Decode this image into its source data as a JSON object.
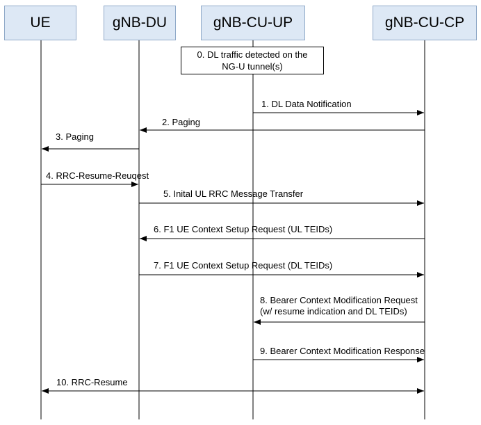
{
  "entities": [
    {
      "id": "ue",
      "label": "UE"
    },
    {
      "id": "du",
      "label": "gNB-DU"
    },
    {
      "id": "cuup",
      "label": "gNB-CU-UP"
    },
    {
      "id": "cucp",
      "label": "gNB-CU-CP"
    }
  ],
  "note": {
    "line1": "0. DL traffic detected on the",
    "line2": "NG-U tunnel(s)"
  },
  "messages": [
    {
      "label": "1. DL Data Notification",
      "from": "cuup",
      "to": "cucp"
    },
    {
      "label": "2. Paging",
      "from": "cucp",
      "to": "du"
    },
    {
      "label": "3. Paging",
      "from": "du",
      "to": "ue"
    },
    {
      "label": "4. RRC-Resume-Reuqest",
      "from": "ue",
      "to": "du"
    },
    {
      "label": "5. Inital UL RRC Message Transfer",
      "from": "du",
      "to": "cucp"
    },
    {
      "label": "6. F1 UE Context Setup Request (UL TEIDs)",
      "from": "cucp",
      "to": "du"
    },
    {
      "label": "7. F1 UE Context Setup Request (DL TEIDs)",
      "from": "du",
      "to": "cucp"
    },
    {
      "label": "8. Bearer Context Modification Request",
      "label2": "(w/ resume indication and DL TEIDs)",
      "from": "cucp",
      "to": "cuup"
    },
    {
      "label": "9. Bearer Context Modification Response",
      "from": "cuup",
      "to": "cucp"
    },
    {
      "label": "10. RRC-Resume",
      "from": "cucp",
      "to": "ue"
    }
  ]
}
